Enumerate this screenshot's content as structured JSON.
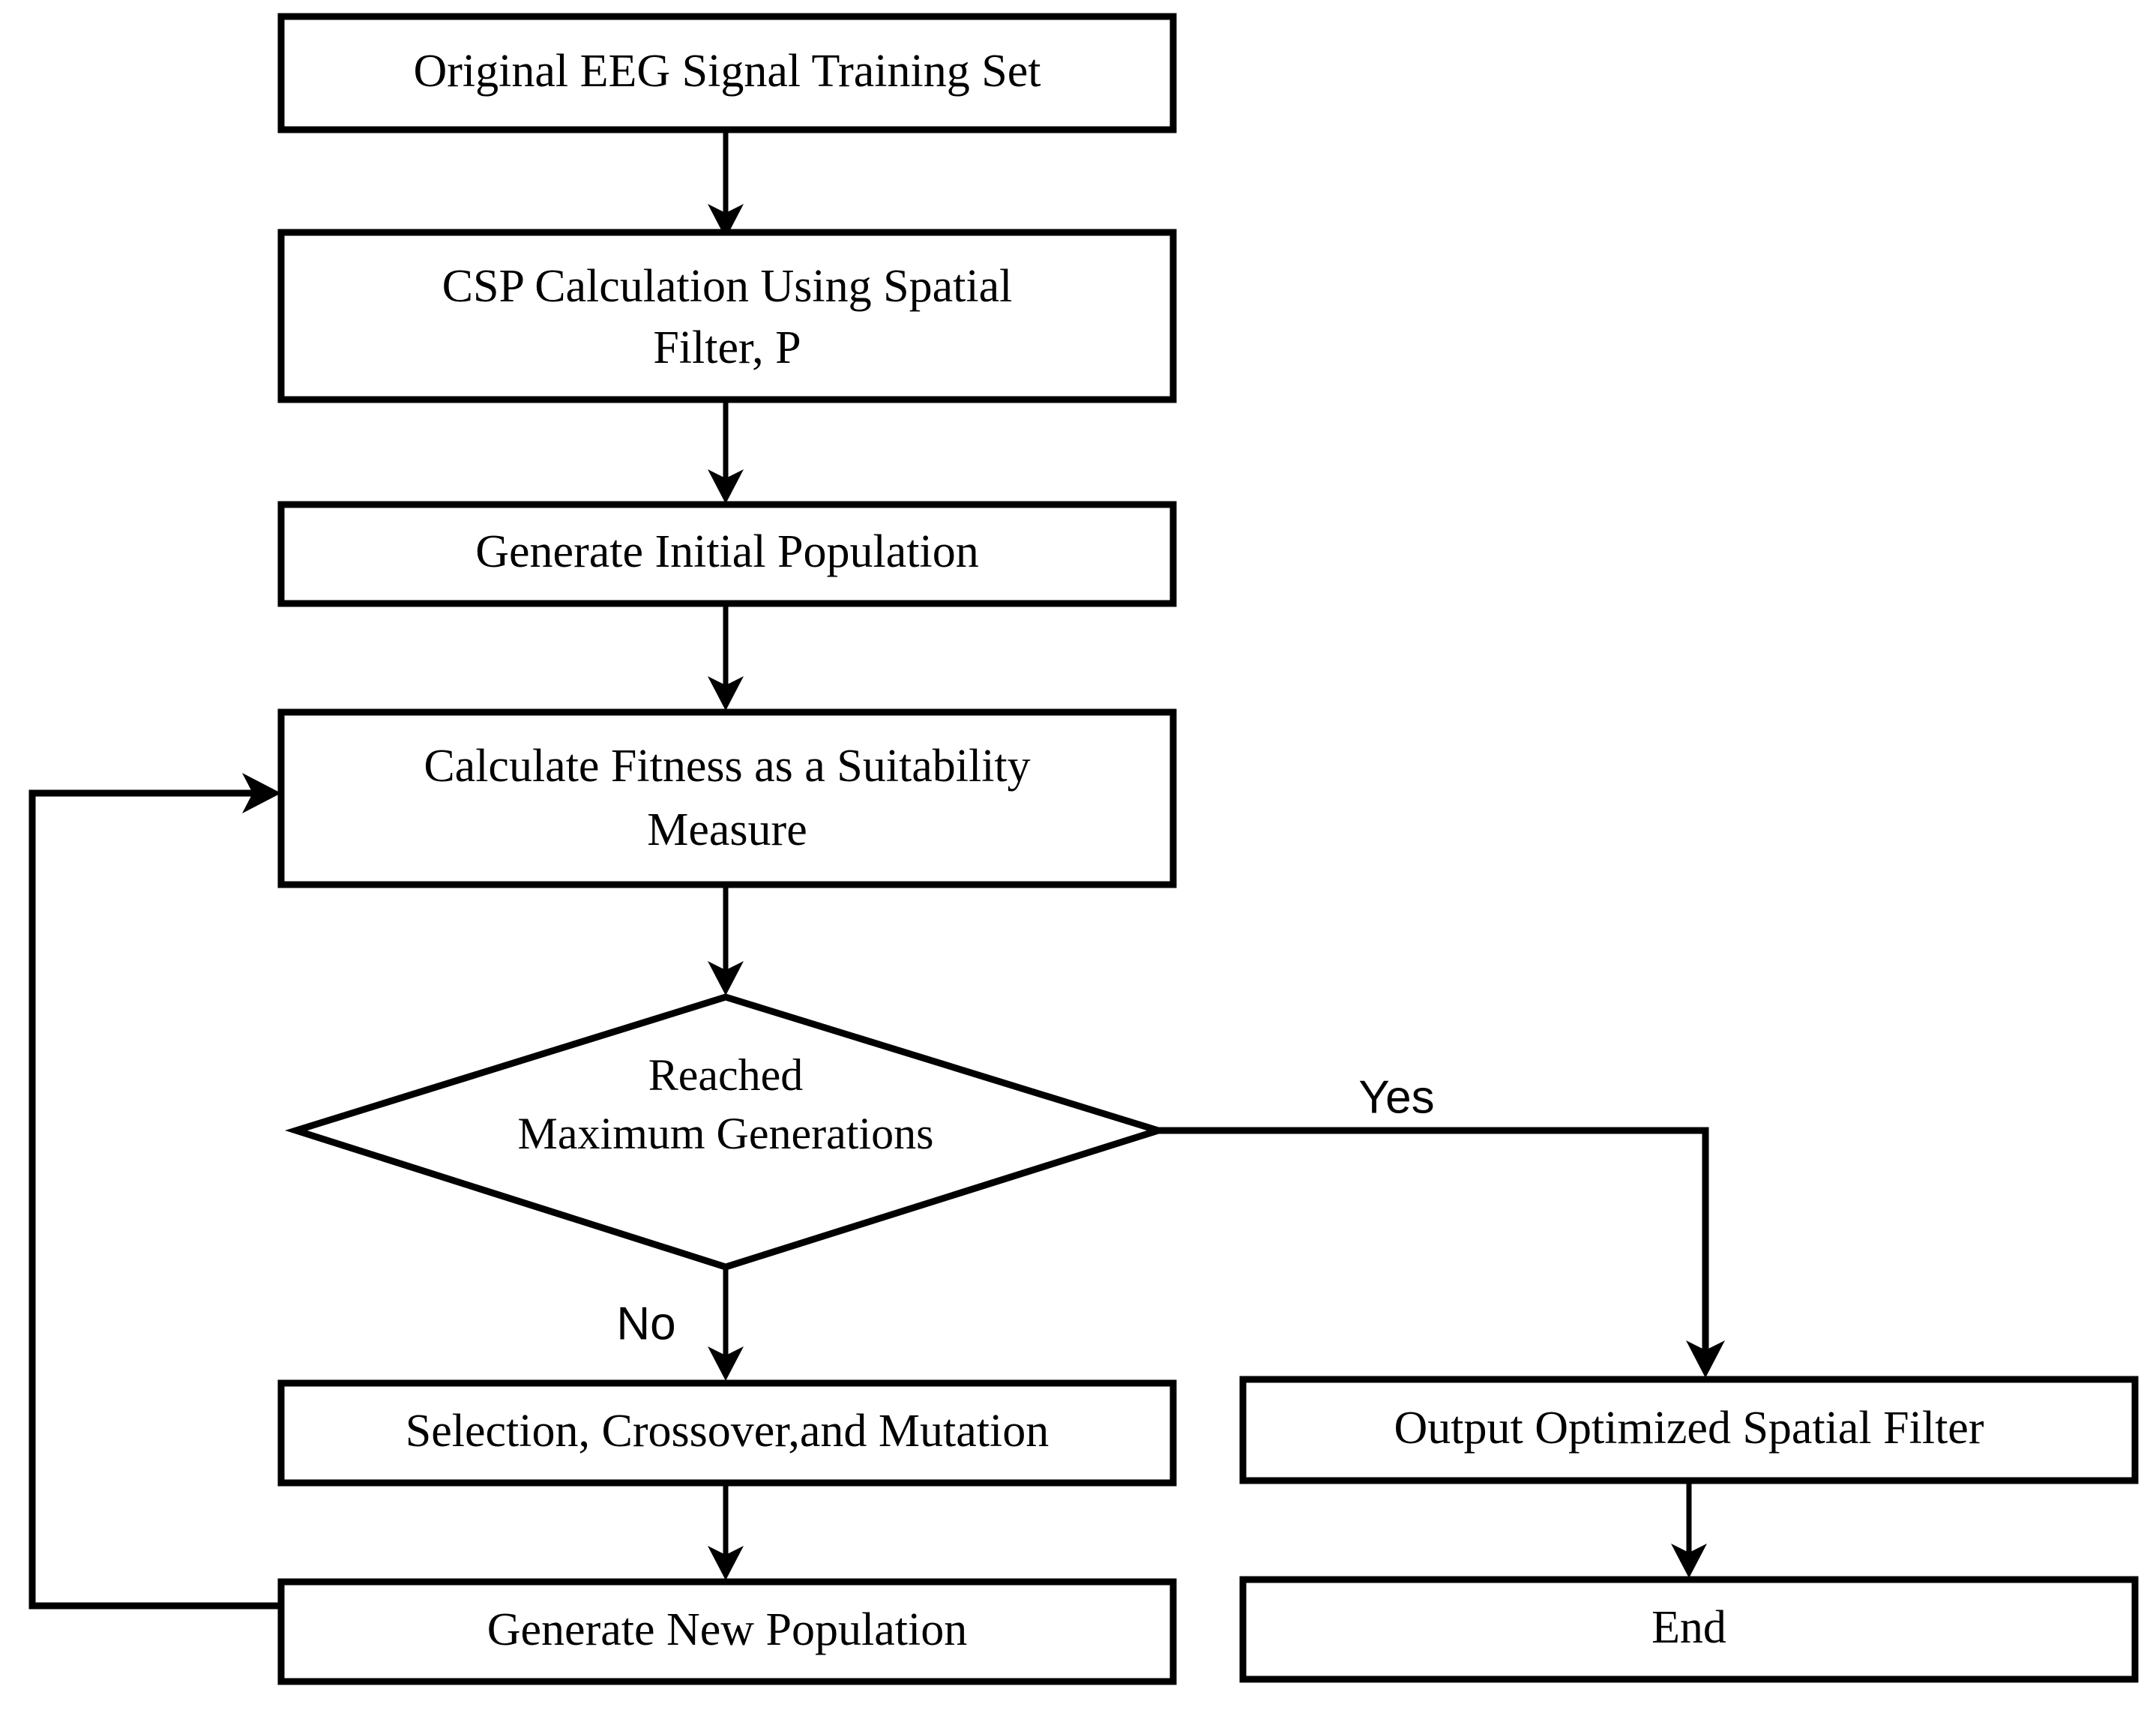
{
  "diagram": {
    "type": "flowchart",
    "title": "Genetic Algorithm Optimized CSP Spatial Filter Flowchart",
    "background_color": "#ffffff",
    "line_color": "#000000",
    "text_color": "#000000",
    "nodes": [
      {
        "id": "original_eeg",
        "shape": "rectangle",
        "label": "Original EEG Signal Training Set",
        "lines": [
          "Original EEG Signal Training Set"
        ]
      },
      {
        "id": "csp_calculation",
        "shape": "rectangle",
        "label": "CSP Calculation Using Spatial Filter, P",
        "lines": [
          "CSP Calculation Using Spatial",
          "Filter, P"
        ]
      },
      {
        "id": "initial_population",
        "shape": "rectangle",
        "label": "Generate Initial Population",
        "lines": [
          "Generate Initial Population"
        ]
      },
      {
        "id": "calculate_fitness",
        "shape": "rectangle",
        "label": "Calculate Fitness as a Suitability Measure",
        "lines": [
          "Calculate Fitness as a Suitability",
          "Measure"
        ]
      },
      {
        "id": "reached_max_generations",
        "shape": "diamond",
        "label": "Reached Maximum Generations",
        "lines": [
          "Reached",
          "Maximum Generations"
        ]
      },
      {
        "id": "selection_crossover_mutation",
        "shape": "rectangle",
        "label": "Selection, Crossover,and Mutation",
        "lines": [
          "Selection, Crossover,and Mutation"
        ]
      },
      {
        "id": "generate_new_population",
        "shape": "rectangle",
        "label": "Generate New Population",
        "lines": [
          "Generate New Population"
        ]
      },
      {
        "id": "output_spatial_filter",
        "shape": "rectangle",
        "label": "Output Optimized Spatial Filter",
        "lines": [
          "Output Optimized Spatial Filter"
        ]
      },
      {
        "id": "end",
        "shape": "rectangle",
        "label": "End",
        "lines": [
          "End"
        ]
      }
    ],
    "edges": [
      {
        "id": "e1",
        "from": "original_eeg",
        "to": "csp_calculation",
        "label": ""
      },
      {
        "id": "e2",
        "from": "csp_calculation",
        "to": "initial_population",
        "label": ""
      },
      {
        "id": "e3",
        "from": "initial_population",
        "to": "calculate_fitness",
        "label": ""
      },
      {
        "id": "e4",
        "from": "calculate_fitness",
        "to": "reached_max_generations",
        "label": ""
      },
      {
        "id": "e5",
        "from": "reached_max_generations",
        "to": "output_spatial_filter",
        "label": "Yes"
      },
      {
        "id": "e6",
        "from": "reached_max_generations",
        "to": "selection_crossover_mutation",
        "label": "No"
      },
      {
        "id": "e7",
        "from": "selection_crossover_mutation",
        "to": "generate_new_population",
        "label": ""
      },
      {
        "id": "e8",
        "from": "generate_new_population",
        "to": "calculate_fitness",
        "label": ""
      },
      {
        "id": "e9",
        "from": "output_spatial_filter",
        "to": "end",
        "label": ""
      }
    ],
    "branch_labels": {
      "yes": "Yes",
      "no": "No"
    }
  }
}
